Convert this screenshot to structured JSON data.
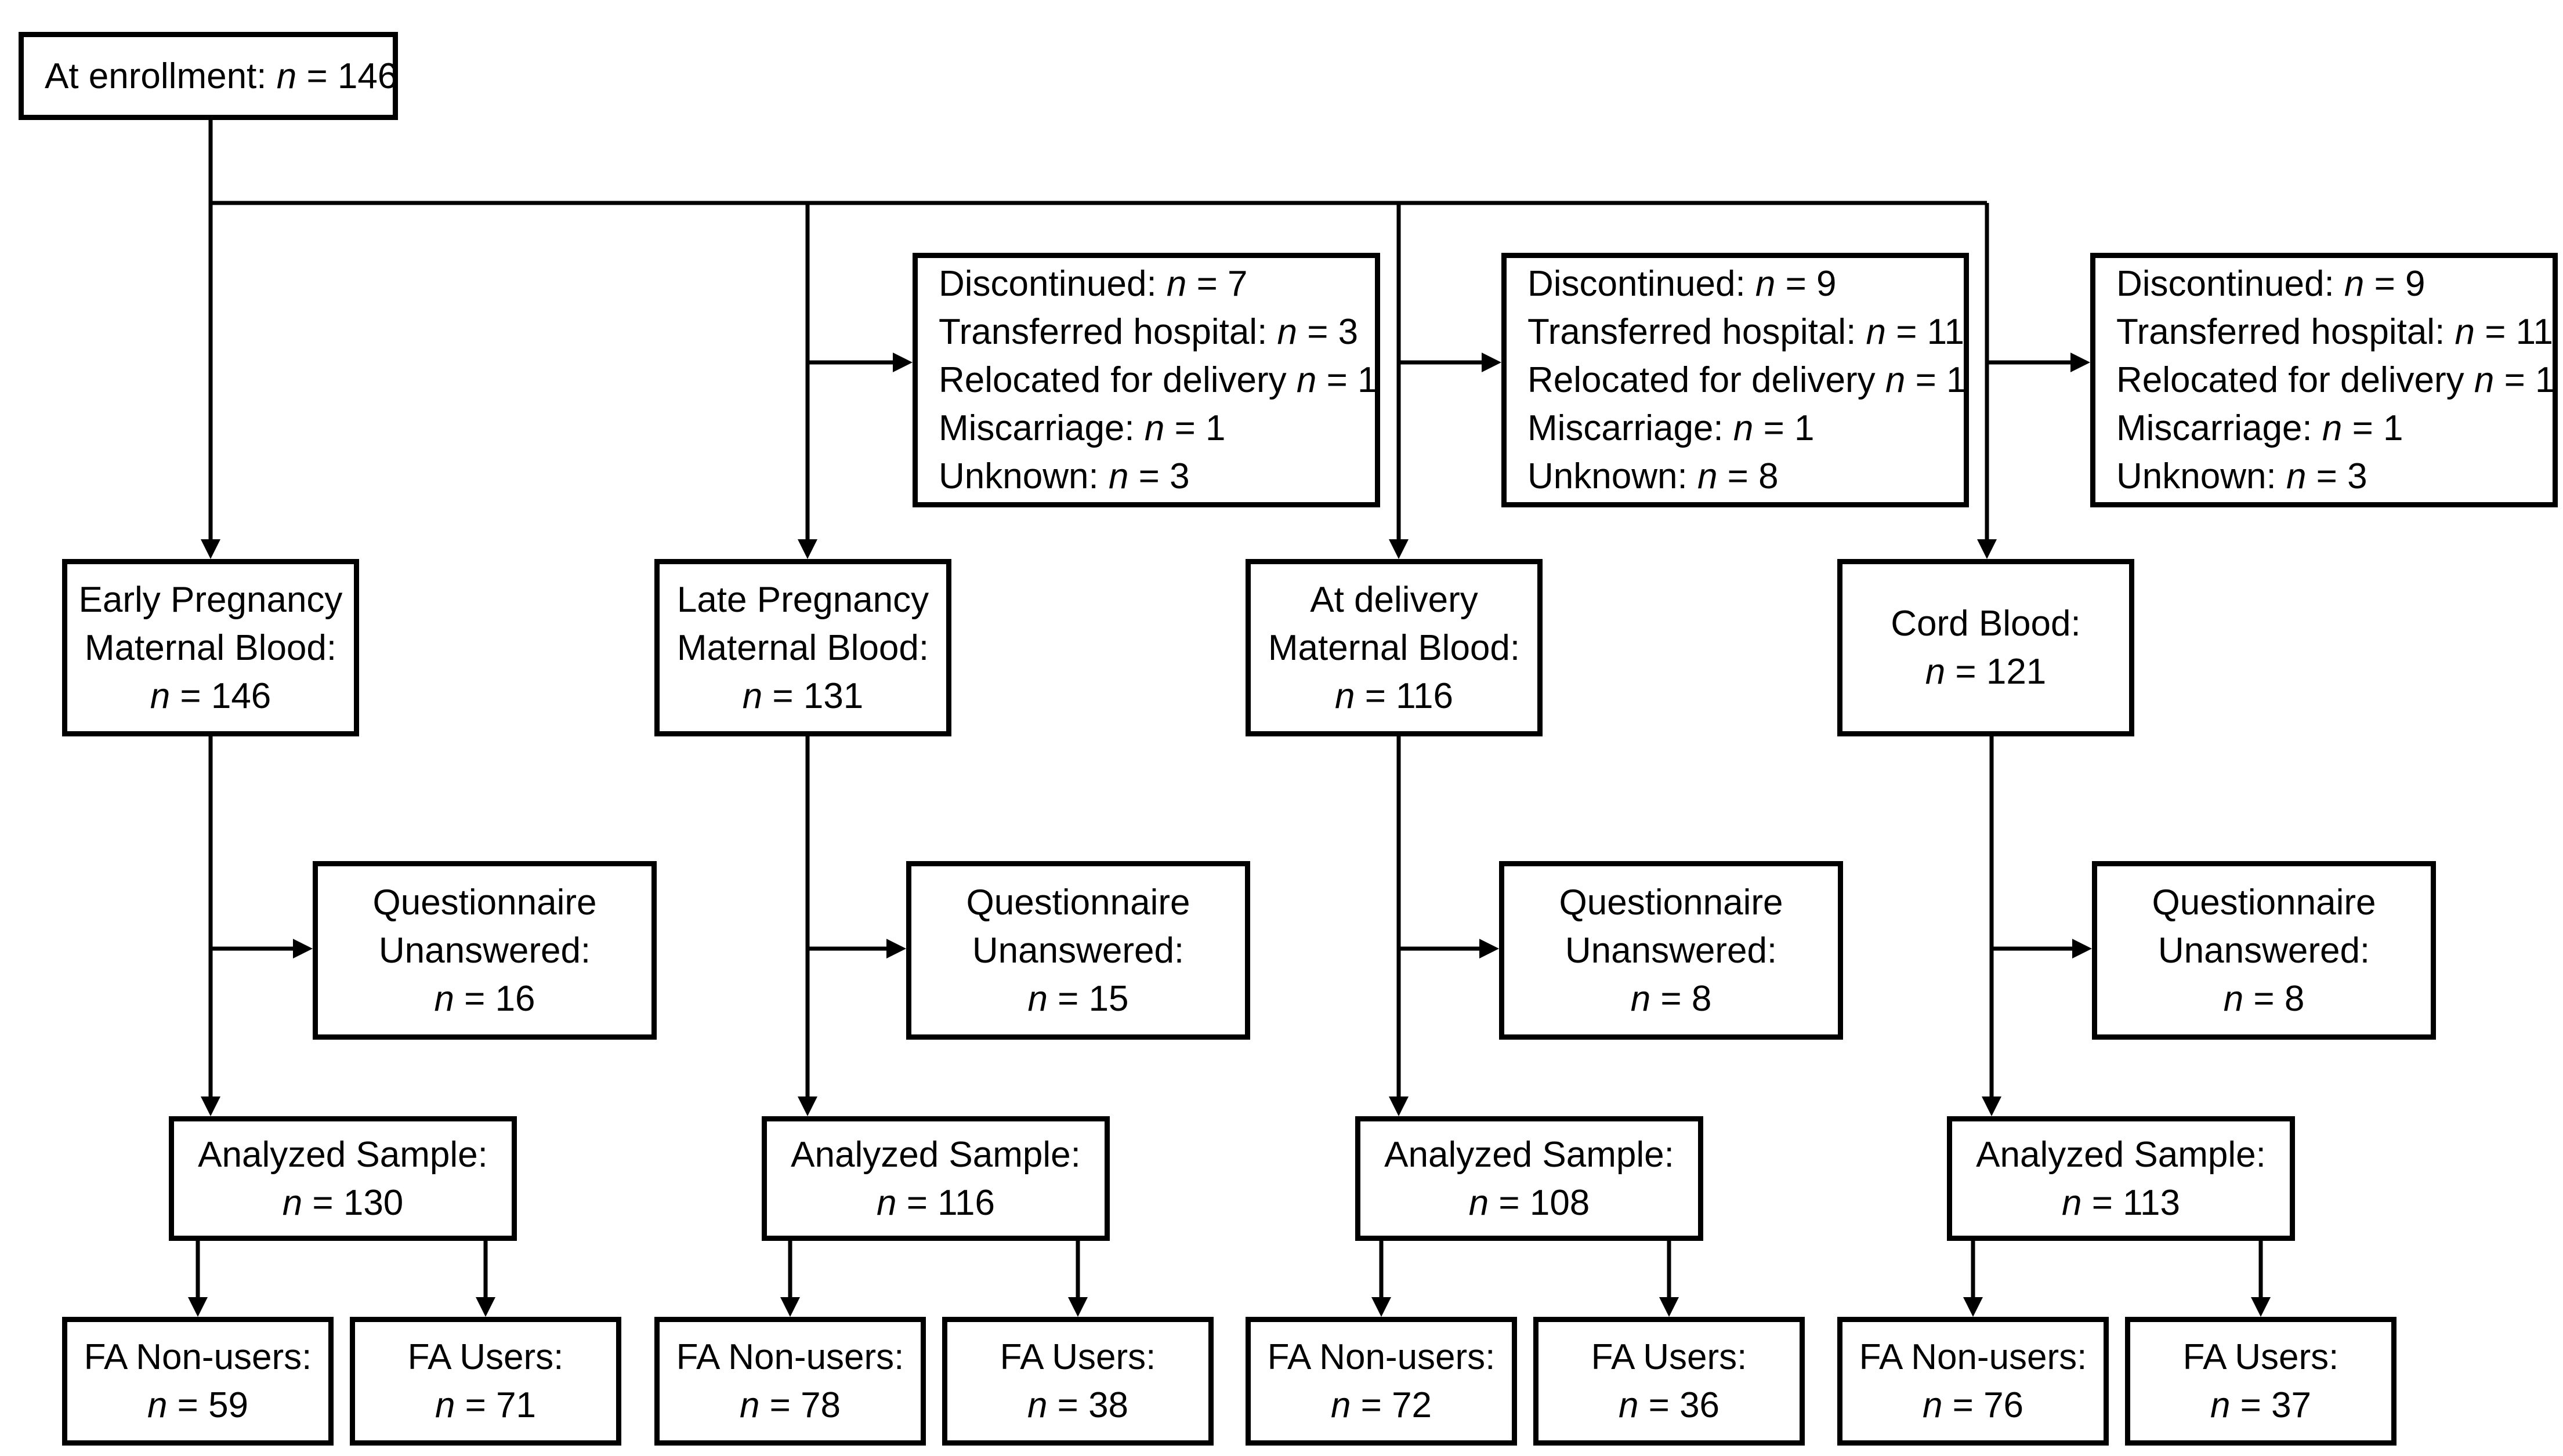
{
  "enrollment": {
    "label": "At enrollment: ",
    "n": "n",
    "value": " = 146"
  },
  "timepoints": [
    {
      "sample_lines": [
        {
          "text": "Early Pregnancy"
        },
        {
          "text": "Maternal Blood:"
        },
        {
          "n": "n",
          "text": " = 146"
        }
      ],
      "questionnaire": {
        "line1": "Questionnaire",
        "line2": "Unanswered:",
        "n": "n",
        "value": " = 16"
      },
      "analyzed": {
        "label": "Analyzed Sample:",
        "n": "n",
        "value": " = 130"
      },
      "nonusers": {
        "label": "FA Non-users:",
        "n": "n",
        "value": " = 59"
      },
      "users": {
        "label": "FA Users:",
        "n": "n",
        "value": " = 71"
      }
    },
    {
      "sample_lines": [
        {
          "text": "Late Pregnancy"
        },
        {
          "text": "Maternal Blood:"
        },
        {
          "n": "n",
          "text": " = 131"
        }
      ],
      "questionnaire": {
        "line1": "Questionnaire",
        "line2": "Unanswered:",
        "n": "n",
        "value": " = 15"
      },
      "analyzed": {
        "label": "Analyzed Sample:",
        "n": "n",
        "value": " = 116"
      },
      "nonusers": {
        "label": "FA Non-users:",
        "n": "n",
        "value": " = 78"
      },
      "users": {
        "label": "FA Users:",
        "n": "n",
        "value": " = 38"
      }
    },
    {
      "sample_lines": [
        {
          "text": "At delivery"
        },
        {
          "text": "Maternal Blood:"
        },
        {
          "n": "n",
          "text": " = 116"
        }
      ],
      "questionnaire": {
        "line1": "Questionnaire",
        "line2": "Unanswered:",
        "n": "n",
        "value": " = 8"
      },
      "analyzed": {
        "label": "Analyzed Sample:",
        "n": "n",
        "value": " = 108"
      },
      "nonusers": {
        "label": "FA Non-users:",
        "n": "n",
        "value": " = 72"
      },
      "users": {
        "label": "FA Users:",
        "n": "n",
        "value": " = 36"
      }
    },
    {
      "sample_lines": [
        {
          "text": "Cord Blood:"
        },
        {
          "n": "n",
          "text": " = 121"
        }
      ],
      "questionnaire": {
        "line1": "Questionnaire",
        "line2": "Unanswered:",
        "n": "n",
        "value": " = 8"
      },
      "analyzed": {
        "label": "Analyzed Sample:",
        "n": "n",
        "value": " = 113"
      },
      "nonusers": {
        "label": "FA Non-users:",
        "n": "n",
        "value": " = 76"
      },
      "users": {
        "label": "FA Users:",
        "n": "n",
        "value": " = 37"
      }
    }
  ],
  "exclusions": [
    {
      "lines": [
        {
          "label": "Discontinued: ",
          "n": "n",
          "value": " = 7"
        },
        {
          "label": "Transferred hospital:  ",
          "n": "n",
          "value": " = 3"
        },
        {
          "label": "Relocated for delivery ",
          "n": "n",
          "value": " = 1"
        },
        {
          "label": "Miscarriage: ",
          "n": "n",
          "value": " = 1"
        },
        {
          "label": "Unknown: ",
          "n": "n",
          "value": " = 3"
        }
      ]
    },
    {
      "lines": [
        {
          "label": "Discontinued: ",
          "n": "n",
          "value": " = 9"
        },
        {
          "label": "Transferred hospital:  ",
          "n": "n",
          "value": " = 11"
        },
        {
          "label": "Relocated for delivery ",
          "n": "n",
          "value": " = 1"
        },
        {
          "label": "Miscarriage: ",
          "n": "n",
          "value": " = 1"
        },
        {
          "label": "Unknown: ",
          "n": "n",
          "value": " = 8"
        }
      ]
    },
    {
      "lines": [
        {
          "label": "Discontinued: ",
          "n": "n",
          "value": " = 9"
        },
        {
          "label": "Transferred hospital:  ",
          "n": "n",
          "value": " = 11"
        },
        {
          "label": "Relocated for delivery ",
          "n": "n",
          "value": " = 1"
        },
        {
          "label": "Miscarriage: ",
          "n": "n",
          "value": " = 1"
        },
        {
          "label": "Unknown: ",
          "n": "n",
          "value": " = 3"
        }
      ]
    }
  ]
}
